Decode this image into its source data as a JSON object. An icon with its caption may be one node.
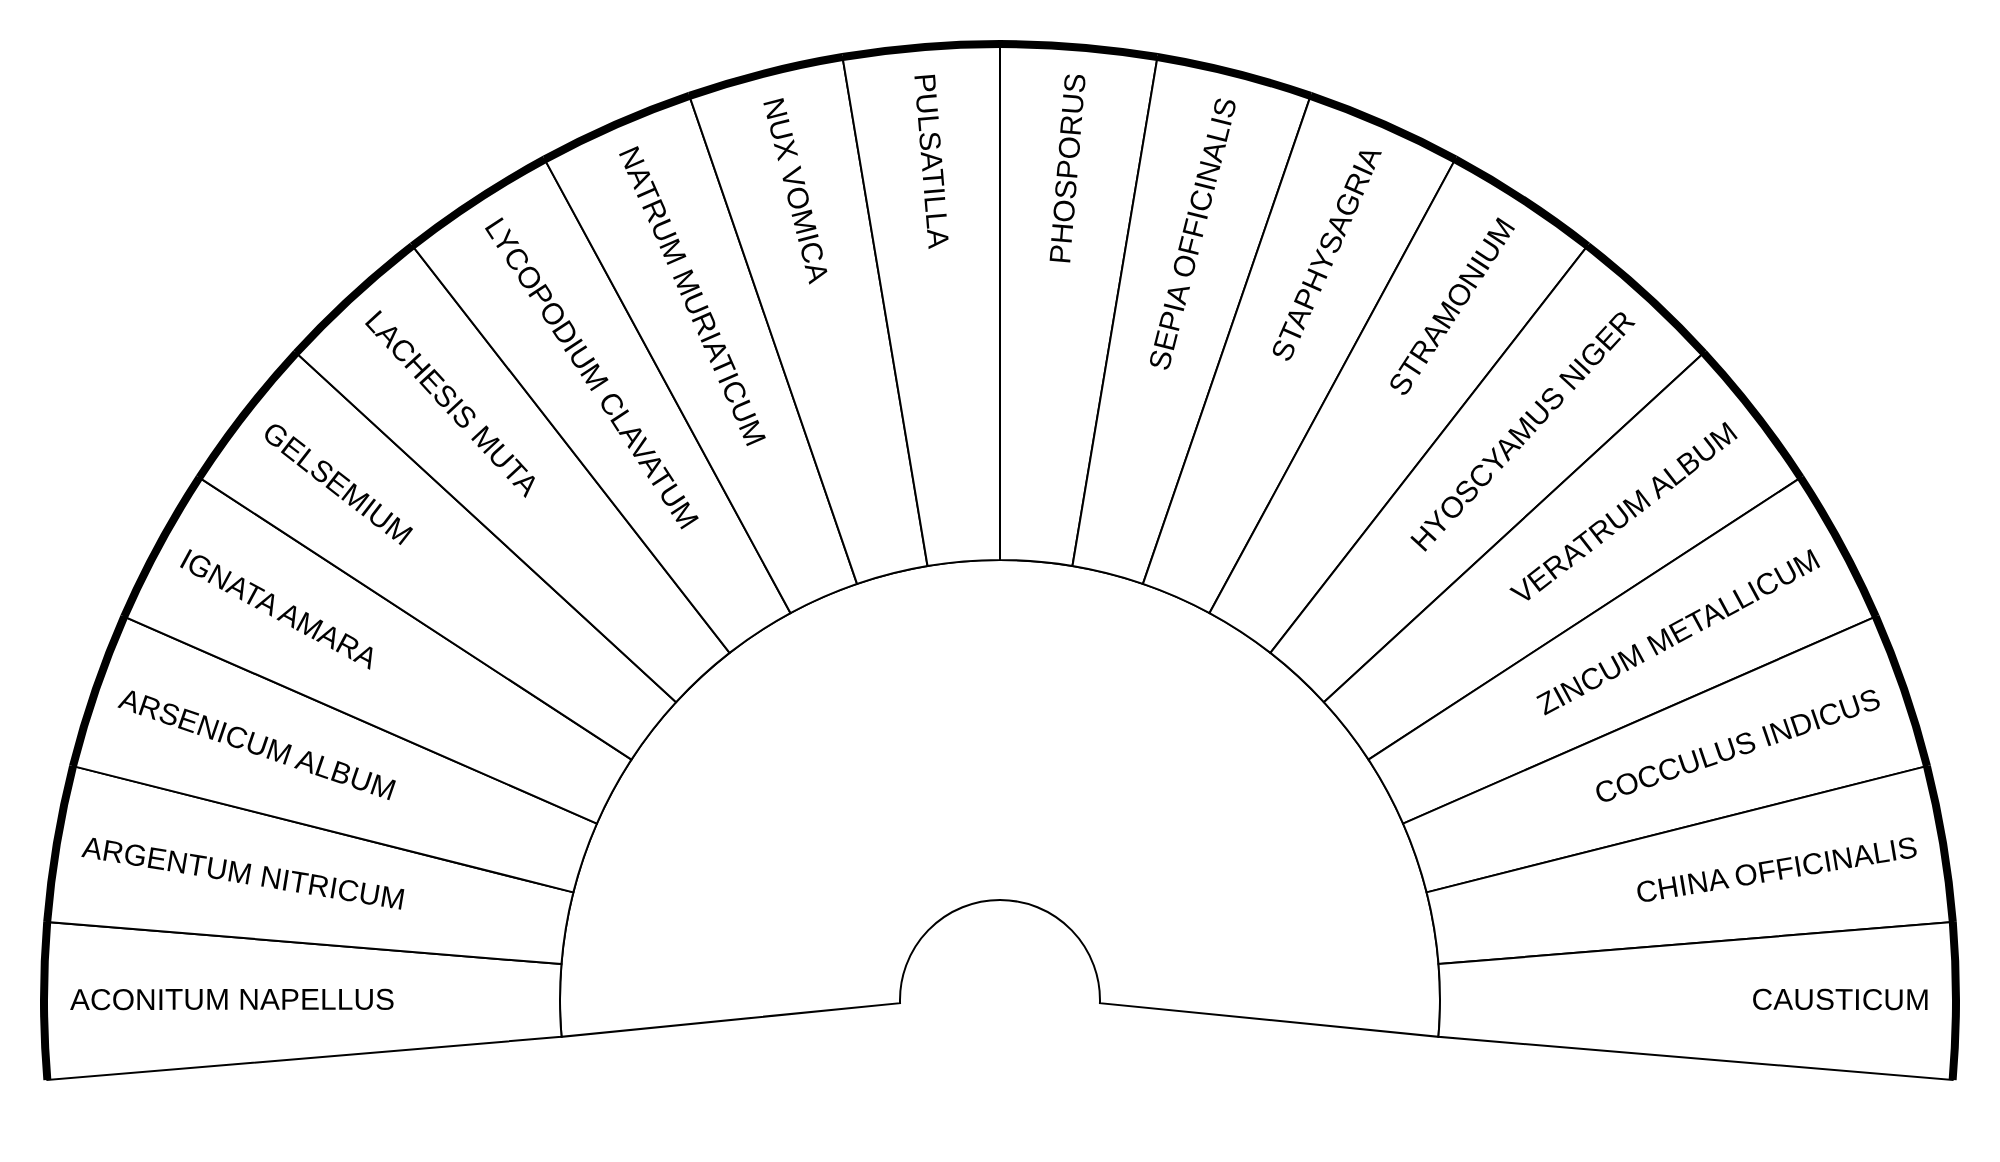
{
  "diagram": {
    "nodes": [
      {
        "text": [
          "ACONITUM NAPELLUS"
        ]
      },
      {
        "text": [
          "ARGENTUM NITRICUM"
        ]
      },
      {
        "text": [
          "ARSENICUM ALBUM"
        ]
      },
      {
        "text": [
          "IGNATA AMARA"
        ]
      },
      {
        "text": [
          "GELSEMIUM"
        ]
      },
      {
        "text": [
          "LACHESIS MUTA"
        ]
      },
      {
        "text": [
          "LYCOPODIUM CLAVATUM"
        ]
      },
      {
        "text": [
          "NATRUM MURIATICUM"
        ]
      },
      {
        "text": [
          "NUX VOMICA"
        ]
      },
      {
        "text": [
          "PULSATILLA"
        ]
      },
      {
        "text": [
          "PHOSPORUS"
        ]
      },
      {
        "text": [
          "SEPIA OFFICINALIS"
        ]
      },
      {
        "text": [
          "STAPHYSAGRIA"
        ]
      },
      {
        "text": [
          "STRAMONIUM"
        ]
      },
      {
        "text": [
          "HYOSCYAMUS NIGER"
        ]
      },
      {
        "text": [
          "VERATRUM ALBUM"
        ]
      },
      {
        "text": [
          "ZINCUM METALLICUM"
        ]
      },
      {
        "text": [
          "COCCULUS INDICUS"
        ]
      },
      {
        "text": [
          "CHINA OFFICINALIS"
        ]
      },
      {
        "text": [
          "CAUSTICUM"
        ]
      },
      {
        "text": [],
        "shape": "semicircle"
      }
    ]
  }
}
